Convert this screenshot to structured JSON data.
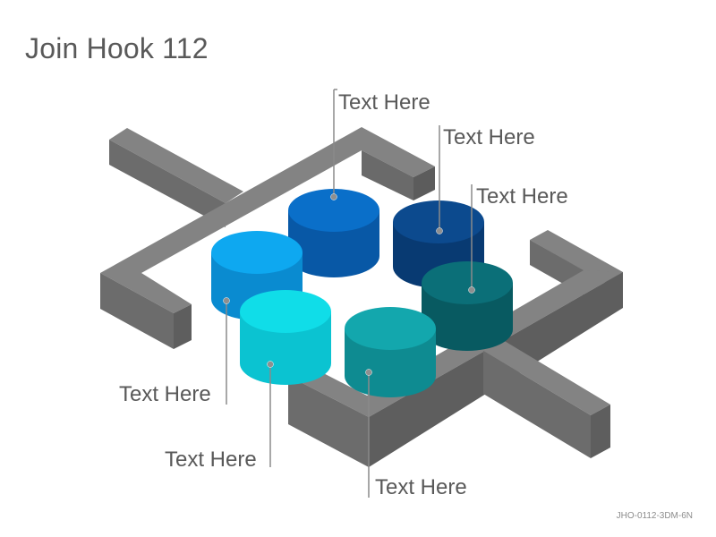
{
  "title": "Join Hook 112",
  "footer_code": "JHO-0112-3DM-6N",
  "callouts": [
    {
      "label": "Text Here",
      "color_top": "#0a6fc9",
      "color_side": "#0858a6"
    },
    {
      "label": "Text Here",
      "color_top": "#0c4a8e",
      "color_side": "#083a72"
    },
    {
      "label": "Text Here",
      "color_top": "#0b6f78",
      "color_side": "#085a61"
    },
    {
      "label": "Text Here",
      "color_top": "#0ea8f0",
      "color_side": "#0a8bd0"
    },
    {
      "label": "Text Here",
      "color_top": "#10dde8",
      "color_side": "#0bc3d1"
    },
    {
      "label": "Text Here",
      "color_top": "#13a7ad",
      "color_side": "#0e8b91"
    }
  ],
  "colors": {
    "frame_top": "#838383",
    "frame_left": "#6c6c6c",
    "frame_right": "#5e5e5e",
    "leader_line": "#8a8a8a"
  }
}
